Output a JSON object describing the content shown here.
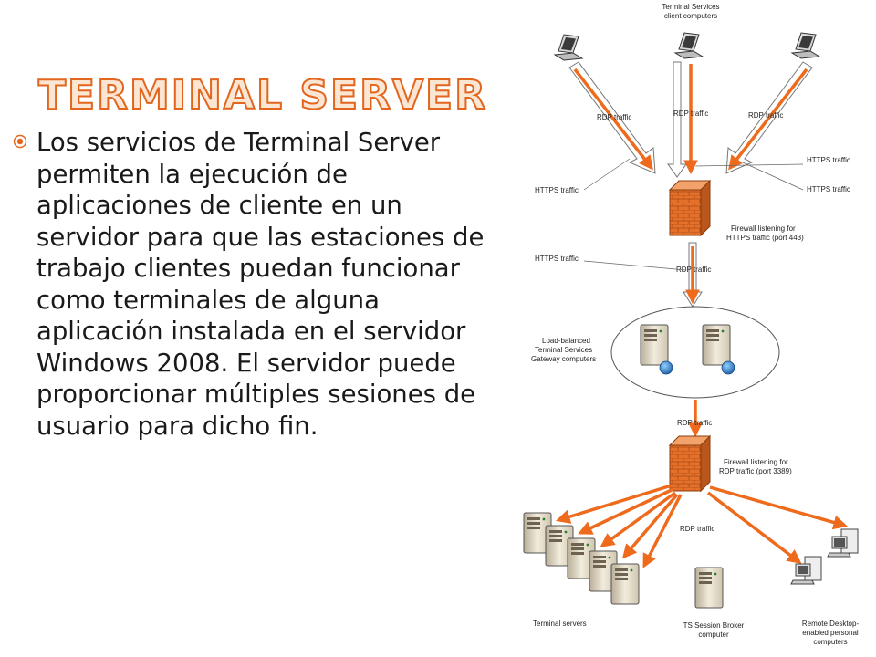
{
  "slide": {
    "title": "TERMINAL SERVER",
    "bullet_text": "Los servicios de Terminal Server permiten la ejecución de aplicaciones de cliente en un servidor para que las estaciones de trabajo clientes puedan funcionar como terminales de alguna aplicación instalada en el servidor Windows 2008. El servidor puede proporcionar múltiples sesiones de usuario para dicho fin."
  },
  "diagram": {
    "clients_label": [
      "Terminal Services",
      "client computers"
    ],
    "rdp_traffic": "RDP traffic",
    "https_traffic": "HTTPS traffic",
    "firewall1_label": [
      "Firewall listening for",
      "HTTPS traffic (port 443)"
    ],
    "gateway_label": [
      "Load-balanced",
      "Terminal Services",
      "Gateway computers"
    ],
    "firewall2_label": [
      "Firewall listening for",
      "RDP traffic (port 3389)"
    ],
    "terminal_servers_label": "Terminal servers",
    "session_broker_label": [
      "TS Session Broker",
      "computer"
    ],
    "remote_desktop_label": [
      "Remote Desktop-",
      "enabled personal",
      "computers"
    ]
  },
  "colors": {
    "title_outline": "#e2661e",
    "title_fill": "#fbe6d3",
    "arrow_orange": "#ee6a1c",
    "firewall_brick": "#e4702a",
    "bullet_icon": "#e2661e"
  }
}
